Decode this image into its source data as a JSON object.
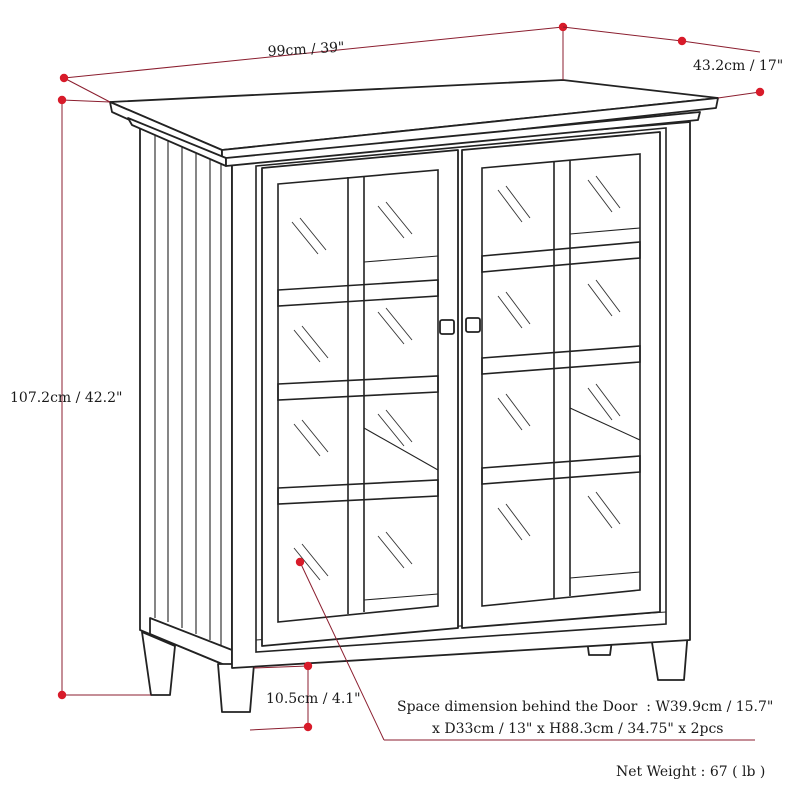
{
  "dimensions": {
    "width": "99cm / 39\"",
    "depth": "43.2cm / 17\"",
    "height": "107.2cm / 42.2\"",
    "clearance": "10.5cm / 4.1\""
  },
  "notes": {
    "space_line1": "Space dimension behind the Door  : W39.9cm / 15.7\"",
    "space_line2": "x D33cm / 13\" x H88.3cm / 34.75\" x 2pcs",
    "net_weight": "Net Weight : 67 ( lb )"
  },
  "colors": {
    "dimension_line": "#8b1e2f",
    "dimension_dot": "#d81b2a",
    "drawing_line": "#222222",
    "text": "#1a1a1a"
  }
}
